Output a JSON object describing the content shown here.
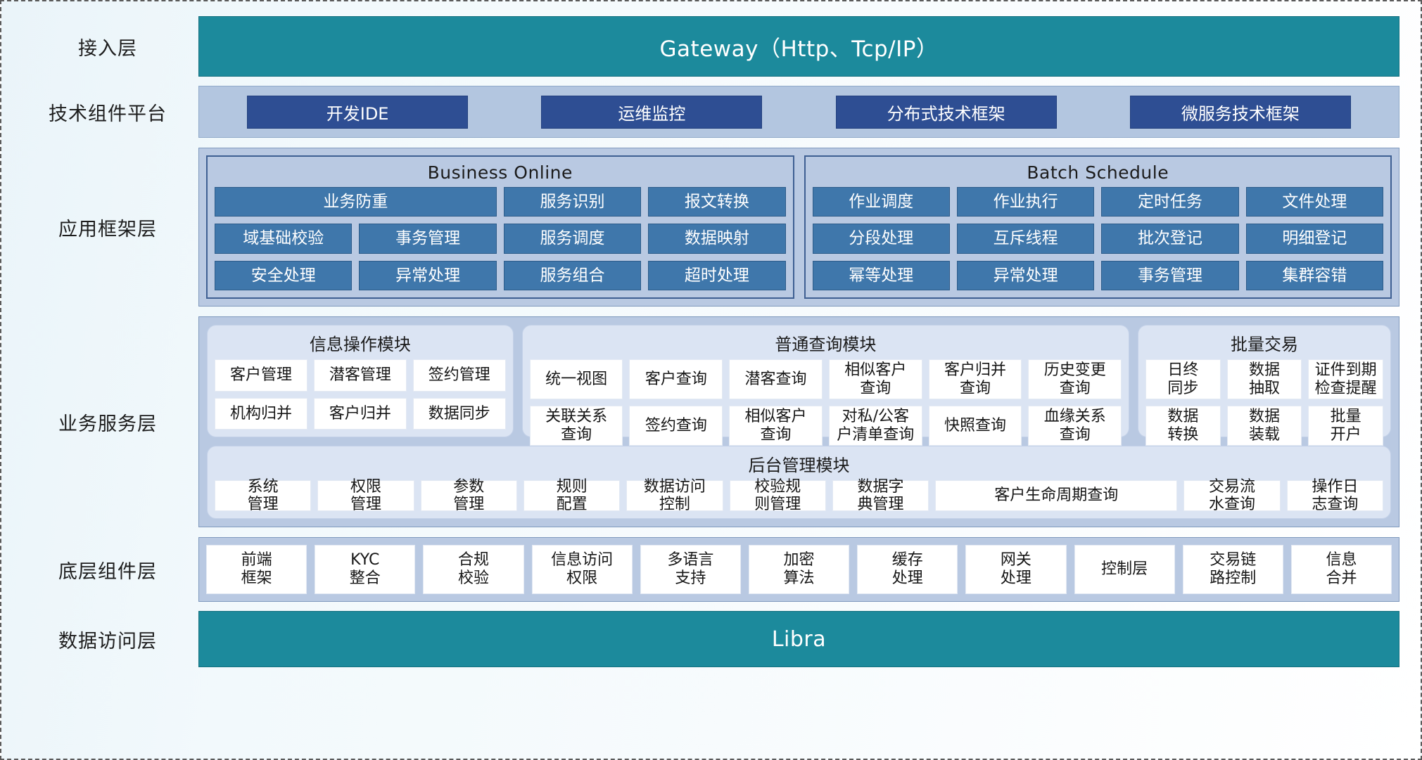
{
  "diagram": {
    "title": "Customer Information Platform Layered Architecture",
    "colors": {
      "teal": "#1c8a9c",
      "dark_blue_chip": "#2e4e93",
      "medium_blue_cell": "#3f77ab",
      "panel_steel": "#b9c9e2",
      "module_light": "#dbe4f3",
      "white_cell": "#ffffff"
    }
  },
  "layers": [
    {
      "label": "接入层"
    },
    {
      "label": "技术组件平台"
    },
    {
      "label": "应用框架层"
    },
    {
      "label": "业务服务层"
    },
    {
      "label": "底层组件层"
    },
    {
      "label": "数据访问层"
    }
  ],
  "access_layer": {
    "bar_label": "Gateway（Http、Tcp/IP）"
  },
  "tech_platform": {
    "chips": [
      {
        "label": "开发IDE"
      },
      {
        "label": "运维监控"
      },
      {
        "label": "分布式技术框架"
      },
      {
        "label": "微服务技术框架"
      }
    ]
  },
  "app_framework": {
    "groups": [
      {
        "title": "Business Online",
        "rows": [
          [
            {
              "label": "业务防重",
              "span": 2
            },
            {
              "label": "服务识别",
              "span": 1
            },
            {
              "label": "报文转换",
              "span": 1
            }
          ],
          [
            {
              "label": "域基础校验",
              "span": 1
            },
            {
              "label": "事务管理",
              "span": 1
            },
            {
              "label": "服务调度",
              "span": 1
            },
            {
              "label": "数据映射",
              "span": 1
            }
          ],
          [
            {
              "label": "安全处理",
              "span": 1
            },
            {
              "label": "异常处理",
              "span": 1
            },
            {
              "label": "服务组合",
              "span": 1
            },
            {
              "label": "超时处理",
              "span": 1
            }
          ]
        ]
      },
      {
        "title": "Batch Schedule",
        "rows": [
          [
            {
              "label": "作业调度",
              "span": 1
            },
            {
              "label": "作业执行",
              "span": 1
            },
            {
              "label": "定时任务",
              "span": 1
            },
            {
              "label": "文件处理",
              "span": 1
            }
          ],
          [
            {
              "label": "分段处理",
              "span": 1
            },
            {
              "label": "互斥线程",
              "span": 1
            },
            {
              "label": "批次登记",
              "span": 1
            },
            {
              "label": "明细登记",
              "span": 1
            }
          ],
          [
            {
              "label": "幂等处理",
              "span": 1
            },
            {
              "label": "异常处理",
              "span": 1
            },
            {
              "label": "事务管理",
              "span": 1
            },
            {
              "label": "集群容错",
              "span": 1
            }
          ]
        ]
      }
    ]
  },
  "business_service": {
    "row1": [
      {
        "title": "信息操作模块",
        "columns": 3,
        "cells": [
          "客户管理",
          "潜客管理",
          "签约管理",
          "机构归并",
          "客户归并",
          "数据同步"
        ]
      },
      {
        "title": "普通查询模块",
        "columns": 6,
        "cells": [
          "统一视图",
          "客户查询",
          "潜客查询",
          "相似客户\n查询",
          "客户归并\n查询",
          "历史变更\n查询",
          "关联关系\n查询",
          "签约查询",
          "相似客户\n查询",
          "对私/公客\n户清单查询",
          "快照查询",
          "血缘关系\n查询"
        ]
      },
      {
        "title": "批量交易",
        "columns": 3,
        "cells": [
          "日终\n同步",
          "数据\n抽取",
          "证件到期\n检查提醒",
          "数据\n转换",
          "数据\n装载",
          "批量\n开户"
        ]
      }
    ],
    "row2": {
      "title": "后台管理模块",
      "cells": [
        {
          "label": "系统\n管理",
          "flex": 1
        },
        {
          "label": "权限\n管理",
          "flex": 1
        },
        {
          "label": "参数\n管理",
          "flex": 1
        },
        {
          "label": "规则\n配置",
          "flex": 1
        },
        {
          "label": "数据访问\n控制",
          "flex": 1
        },
        {
          "label": "校验规\n则管理",
          "flex": 1
        },
        {
          "label": "数据字\n典管理",
          "flex": 1
        },
        {
          "label": "客户生命周期查询",
          "flex": 2.6
        },
        {
          "label": "交易流\n水查询",
          "flex": 1
        },
        {
          "label": "操作日\n志查询",
          "flex": 1
        }
      ]
    }
  },
  "bottom_components": {
    "cells": [
      {
        "label": "前端\n框架"
      },
      {
        "label": "KYC\n整合"
      },
      {
        "label": "合规\n校验"
      },
      {
        "label": "信息访问\n权限"
      },
      {
        "label": "多语言\n支持"
      },
      {
        "label": "加密\n算法"
      },
      {
        "label": "缓存\n处理"
      },
      {
        "label": "网关\n处理"
      },
      {
        "label": "控制层"
      },
      {
        "label": "交易链\n路控制"
      },
      {
        "label": "信息\n合并"
      }
    ]
  },
  "data_access": {
    "bar_label": "Libra"
  }
}
